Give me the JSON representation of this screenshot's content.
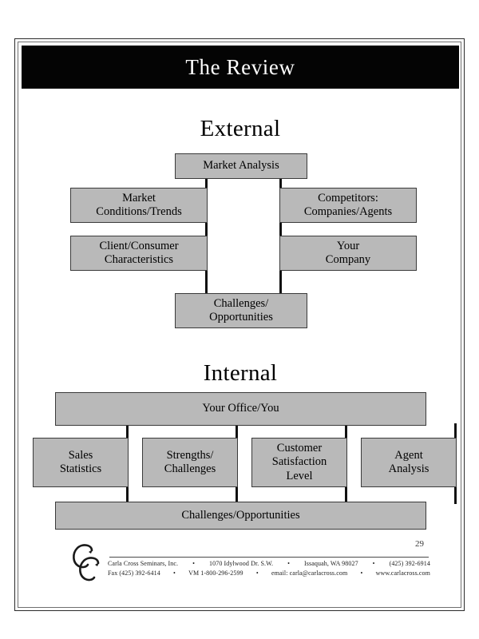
{
  "document": {
    "title": "The Review",
    "page_number": "29"
  },
  "sections": {
    "external": {
      "heading": "External",
      "nodes": {
        "market_analysis": "Market Analysis",
        "market_conditions": "Market\nConditions/Trends",
        "competitors": "Competitors:\nCompanies/Agents",
        "client_consumer": "Client/Consumer\nCharacteristics",
        "your_company": "Your\nCompany",
        "challenges": "Challenges/\nOpportunities"
      }
    },
    "internal": {
      "heading": "Internal",
      "nodes": {
        "your_office": "Your Office/You",
        "sales_statistics": "Sales\nStatistics",
        "strengths_challenges": "Strengths/\nChallenges",
        "customer_satisfaction": "Customer\nSatisfaction\nLevel",
        "agent_analysis": "Agent\nAnalysis",
        "challenges": "Challenges/Opportunities"
      }
    }
  },
  "footer": {
    "logo_name": "carla-cross-cc-monogram-logo",
    "line1": {
      "company": "Carla Cross Seminars, Inc.",
      "address": "1070 Idylwood Dr. S.W.",
      "city_state_zip": "Issaquah, WA 98027",
      "phone": "(425) 392-6914"
    },
    "line2": {
      "fax": "Fax (425) 392-6414",
      "voicemail": "VM 1-800-296-2599",
      "email": "email: carla@carlacross.com",
      "website": "www.carlacross.com"
    },
    "separator": "•"
  },
  "style": {
    "banner_bg": "#040404",
    "banner_text": "#ffffff",
    "node_fill": "#b9b9b9",
    "node_border": "#3a3a3a",
    "connector": "#111111",
    "page_bg": "#ffffff"
  }
}
